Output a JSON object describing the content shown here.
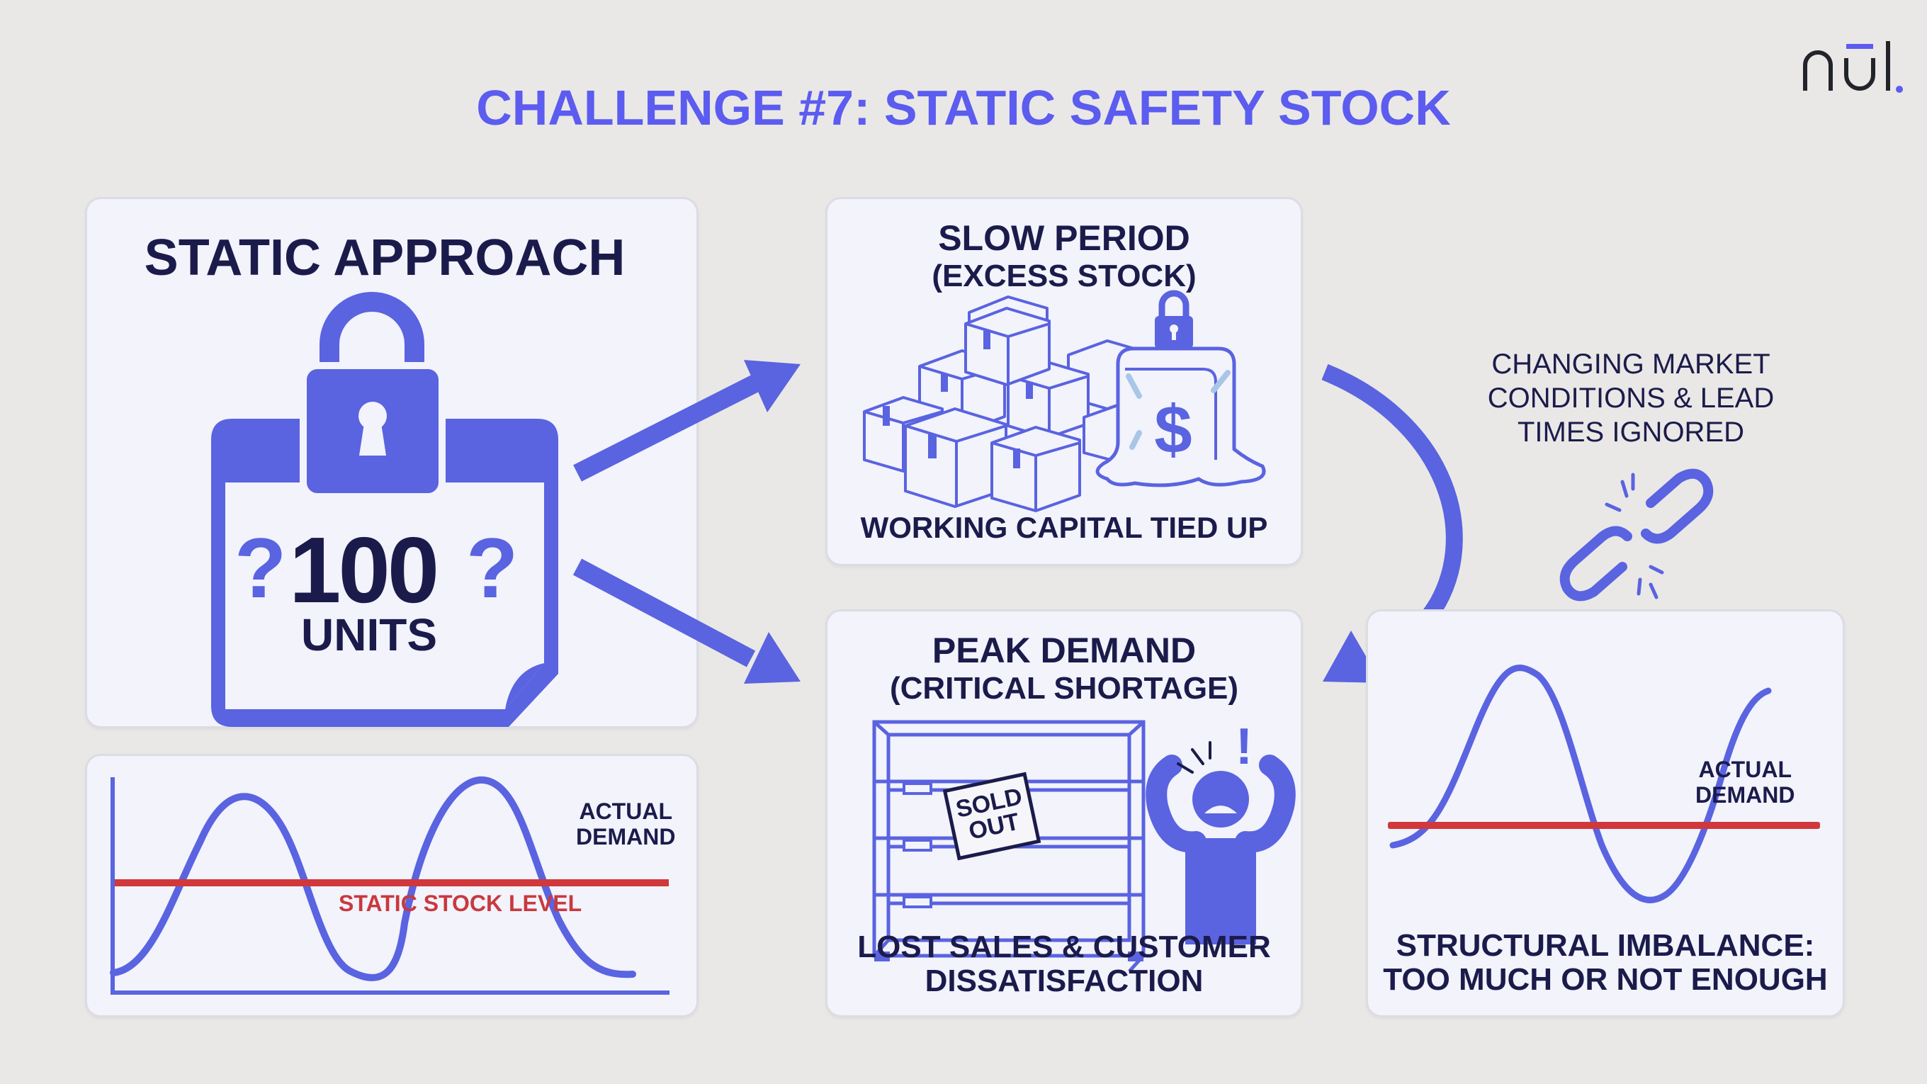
{
  "header": {
    "title": "CHALLENGE #7: STATIC SAFETY STOCK",
    "logo_text": "nūl.",
    "accent_color": "#5C5CF0"
  },
  "static_approach": {
    "heading": "STATIC APPROACH",
    "value": "100",
    "unit": "UNITS",
    "question_mark": "?",
    "icons": [
      "calendar-icon",
      "padlock-icon",
      "question-mark-icon"
    ]
  },
  "static_chart": {
    "series_label_line1": "ACTUAL",
    "series_label_line2": "DEMAND",
    "level_label": "STATIC STOCK LEVEL"
  },
  "slow_period": {
    "heading_line1": "SLOW PERIOD",
    "heading_line2": "(EXCESS STOCK)",
    "caption": "WORKING CAPITAL TIED UP",
    "icons": [
      "boxes-icon",
      "frozen-dollar-icon"
    ]
  },
  "peak_demand": {
    "heading_line1": "PEAK DEMAND",
    "heading_line2": "(CRITICAL SHORTAGE)",
    "sign_line1": "SOLD",
    "sign_line2": "OUT",
    "caption_line1": "LOST SALES & CUSTOMER",
    "caption_line2": "DISSATISFACTION",
    "exclamation": "!",
    "icons": [
      "empty-shelf-icon",
      "distressed-person-icon"
    ]
  },
  "market_note": {
    "line1": "CHANGING MARKET",
    "line2": "CONDITIONS & LEAD",
    "line3": "TIMES IGNORED",
    "icon": "broken-chain-icon"
  },
  "structural": {
    "series_label_line1": "ACTUAL",
    "series_label_line2": "DEMAND",
    "caption_line1": "STRUCTURAL IMBALANCE:",
    "caption_line2": "TOO MUCH OR NOT ENOUGH"
  },
  "colors": {
    "background": "#E9E8E6",
    "card": "#F2F3FB",
    "accent_blue": "#5C5CF0",
    "icon_blue": "#5A63E0",
    "dark_text": "#1B1B4B",
    "stock_red": "#D0383C"
  }
}
